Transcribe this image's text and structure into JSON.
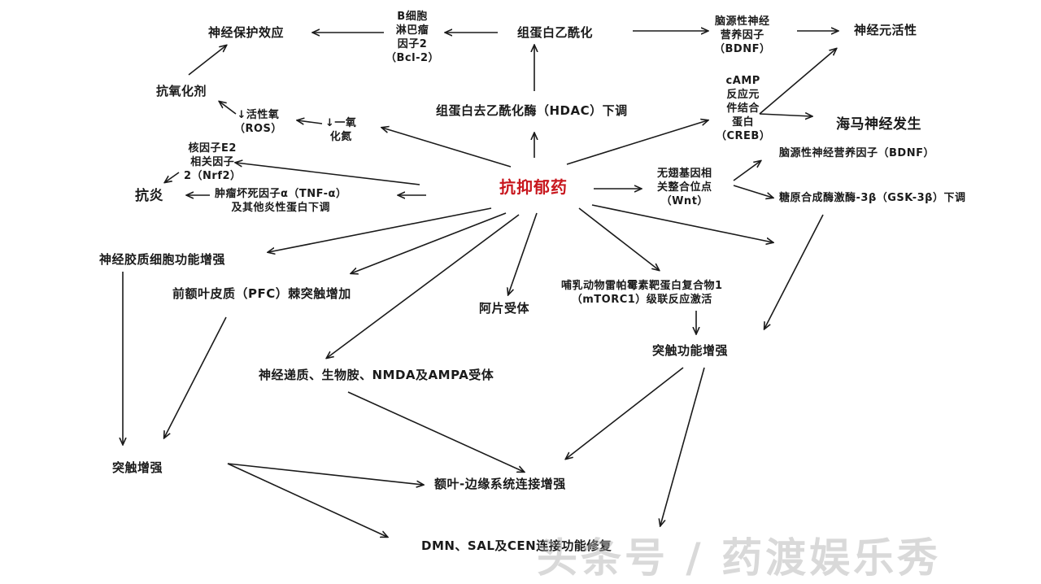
{
  "colors": {
    "text": "#1a1a1a",
    "center": "#c8161d",
    "arrow": "#1a1a1a"
  },
  "nodes": {
    "antidepressant": "抗抑郁药",
    "neuroprotection": "神经保护效应",
    "bcl2": [
      "B细胞",
      "淋巴瘤",
      "因子2",
      "（Bcl-2）"
    ],
    "histone_acetylation": "组蛋白乙酰化",
    "bdnf_top": [
      "脑源性神经",
      "营养因子",
      "（BDNF）"
    ],
    "neurotrophic": "神经元活性",
    "antioxidant": "抗氧化剂",
    "ros": [
      "↓活性氧",
      "（ROS）"
    ],
    "no": [
      "↓一氧",
      "化氮"
    ],
    "hdac": "组蛋白去乙酰化酶（HDAC）下调",
    "creb": [
      "cAMP",
      "反应元",
      "件结合",
      "蛋白",
      "（CREB）"
    ],
    "hippocampal": "海马神经发生",
    "nrf2": [
      "核因子E2",
      "相关因子",
      "2（Nrf2）"
    ],
    "bdnf_right": "脑源性神经营养因子（BDNF）",
    "wnt": [
      "无翅基因相",
      "关整合位点",
      "（Wnt）"
    ],
    "gsk3b": "糖原合成酶激酶-3β（GSK-3β）下调",
    "anti_inflammatory": "抗炎",
    "tnf": [
      "肿瘤坏死因子α（TNF-α）",
      "及其他炎性蛋白下调"
    ],
    "glial": "神经胶质细胞功能增强",
    "pfc": "前额叶皮质（PFC）棘突触增加",
    "opioid": "阿片受体",
    "mtorc1": [
      "哺乳动物雷帕霉素靶蛋白复合物1",
      "（mTORC1）级联反应激活"
    ],
    "synaptic_function": "突触功能增强",
    "neurotransmitters": "神经递质、生物胺、NMDA及AMPA受体",
    "synapse_enhance": "突触增强",
    "frontolimbic": "额叶-边缘系统连接增强",
    "networks": "DMN、SAL及CEN连接功能修复"
  },
  "watermark": "头条号 / 药渡娱乐秀"
}
